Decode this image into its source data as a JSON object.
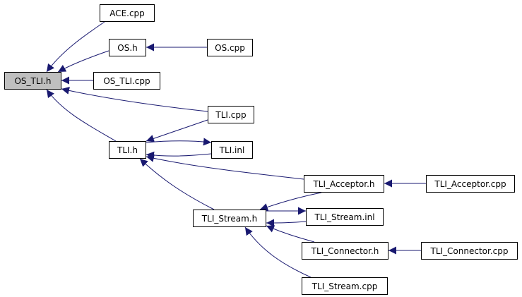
{
  "diagram": {
    "edge_color": "#191970",
    "focus_fill": "#bfbfbf",
    "nodes": {
      "ace_cpp": "ACE.cpp",
      "os_h": "OS.h",
      "os_cpp": "OS.cpp",
      "os_tli_h": "OS_TLI.h",
      "os_tli_cpp": "OS_TLI.cpp",
      "tli_cpp": "TLI.cpp",
      "tli_h": "TLI.h",
      "tli_inl": "TLI.inl",
      "tli_acceptor_h": "TLI_Acceptor.h",
      "tli_acceptor_cpp": "TLI_Acceptor.cpp",
      "tli_stream_h": "TLI_Stream.h",
      "tli_stream_inl": "TLI_Stream.inl",
      "tli_connector_h": "TLI_Connector.h",
      "tli_connector_cpp": "TLI_Connector.cpp",
      "tli_stream_cpp": "TLI_Stream.cpp"
    },
    "edges": [
      {
        "from": "ace_cpp",
        "to": "os_tli_h"
      },
      {
        "from": "os_h",
        "to": "os_tli_h"
      },
      {
        "from": "os_cpp",
        "to": "os_h"
      },
      {
        "from": "os_tli_cpp",
        "to": "os_tli_h"
      },
      {
        "from": "tli_cpp",
        "to": "os_tli_h"
      },
      {
        "from": "tli_h",
        "to": "os_tli_h"
      },
      {
        "from": "tli_cpp",
        "to": "tli_h"
      },
      {
        "from": "tli_inl",
        "to": "tli_h"
      },
      {
        "from": "tli_h",
        "to": "tli_inl"
      },
      {
        "from": "tli_acceptor_h",
        "to": "tli_h"
      },
      {
        "from": "tli_stream_h",
        "to": "tli_h"
      },
      {
        "from": "tli_acceptor_cpp",
        "to": "tli_acceptor_h"
      },
      {
        "from": "tli_acceptor_h",
        "to": "tli_stream_h"
      },
      {
        "from": "tli_stream_inl",
        "to": "tli_stream_h"
      },
      {
        "from": "tli_stream_h",
        "to": "tli_stream_inl"
      },
      {
        "from": "tli_connector_h",
        "to": "tli_stream_h"
      },
      {
        "from": "tli_connector_cpp",
        "to": "tli_connector_h"
      },
      {
        "from": "tli_stream_cpp",
        "to": "tli_stream_h"
      }
    ]
  }
}
